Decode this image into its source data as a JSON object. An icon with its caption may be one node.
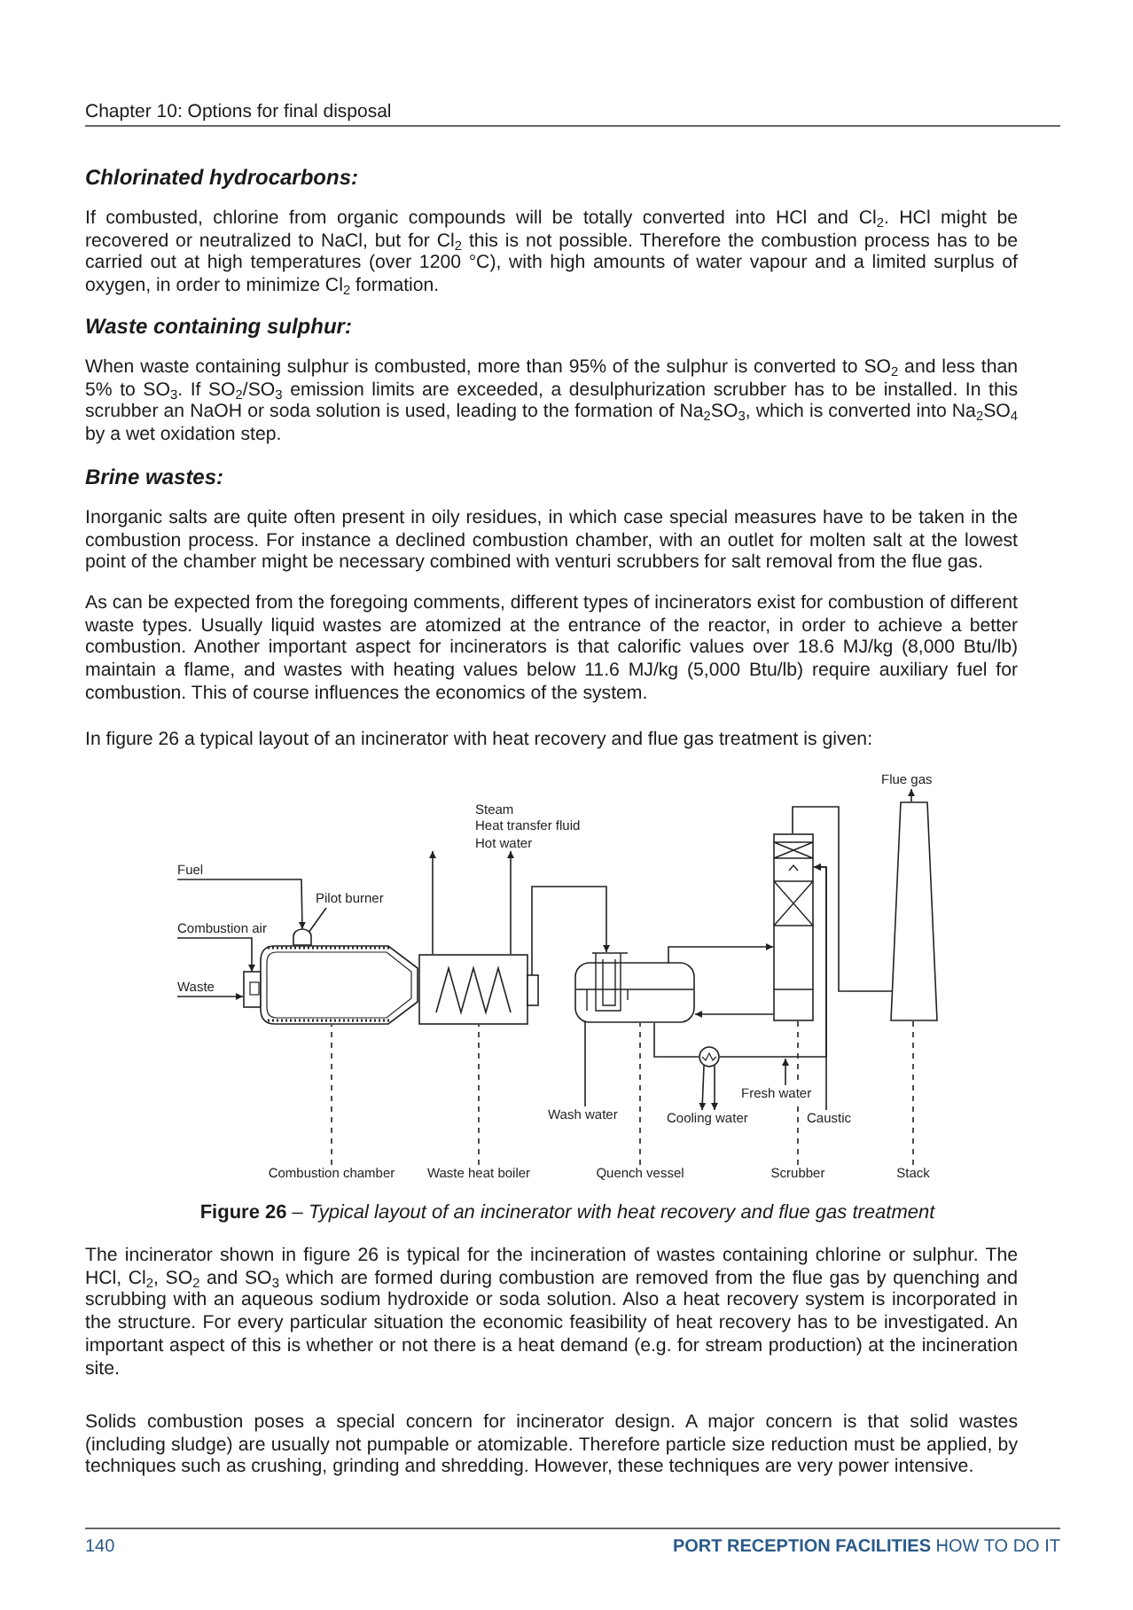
{
  "diagram": {
    "caption": "**Figure 26** – *Typical layout of an incinerator with heat recovery and flue gas treatment*",
    "nodes": [
      {
        "text": [
          "Fuel"
        ]
      },
      {
        "text": [
          "Combustion air"
        ]
      },
      {
        "text": [
          "Waste"
        ]
      },
      {
        "text": [
          "Pilot burner"
        ]
      },
      {
        "text": [],
        "shape": "box"
      },
      {
        "text": [],
        "shape": "picture"
      },
      {
        "text": [
          "Steam",
          "Heat transfer fluid",
          "Hot water"
        ]
      },
      {
        "text": [],
        "shape": "picture"
      },
      {
        "text": [],
        "shape": "picture"
      },
      {
        "text": [
          "Wash water"
        ]
      },
      {
        "text": [],
        "shape": "circle"
      },
      {
        "text": [
          "Cooling water"
        ]
      },
      {
        "text": [
          "Fresh water"
        ]
      },
      {
        "text": [
          "Caustic"
        ]
      },
      {
        "text": [],
        "shape": "picture"
      },
      {
        "text": [],
        "shape": "picture"
      },
      {
        "text": [
          "Flue gas"
        ]
      },
      {
        "text": [
          "Combustion chamber"
        ]
      },
      {
        "text": [
          "Waste heat boiler"
        ]
      },
      {
        "text": [
          "Quench vessel"
        ]
      },
      {
        "text": [
          "Scrubber"
        ]
      },
      {
        "text": [
          "Stack"
        ]
      }
    ],
    "edges": [
      {
        "from": 0,
        "to": 4,
        "arrow": "to"
      },
      {
        "from": 1,
        "to": 5,
        "arrow": "to"
      },
      {
        "from": 2,
        "to": 5,
        "arrow": "to"
      },
      {
        "from": 3,
        "to": 4,
        "arrow": "none"
      },
      {
        "from": 7,
        "to": 6,
        "arrow": "to"
      },
      {
        "from": 7,
        "to": 6,
        "arrow": "to"
      },
      {
        "from": 7,
        "to": 8,
        "arrow": "to"
      },
      {
        "from": 9,
        "to": 8,
        "arrow": "none"
      },
      {
        "from": 8,
        "to": 14,
        "arrow": "to"
      },
      {
        "from": 14,
        "to": 8,
        "arrow": "to"
      },
      {
        "from": 8,
        "to": 10,
        "arrow": "none"
      },
      {
        "from": 10,
        "to": 14,
        "arrow": "to"
      },
      {
        "from": 13,
        "to": 14,
        "arrow": "to"
      },
      {
        "from": 12,
        "to": null,
        "arrow": "to"
      },
      {
        "from": 10,
        "to": 11,
        "arrow": "to"
      },
      {
        "from": 10,
        "to": 11,
        "arrow": "to"
      },
      {
        "from": 14,
        "to": 15,
        "arrow": "none"
      },
      {
        "from": 15,
        "to": 16,
        "arrow": "to"
      },
      {
        "from": 17,
        "to": 5,
        "arrow": "none",
        "style": "dashed"
      },
      {
        "from": 18,
        "to": 7,
        "arrow": "none",
        "style": "dashed"
      },
      {
        "from": 19,
        "to": 8,
        "arrow": "none",
        "style": "dashed"
      },
      {
        "from": 20,
        "to": 14,
        "arrow": "none",
        "style": "dashed"
      },
      {
        "from": 21,
        "to": 15,
        "arrow": "none",
        "style": "dashed"
      }
    ],
    "labels": [
      "Chapter 10: Options for final disposal",
      "Chlorinated hydrocarbons:",
      "If combusted, chlorine from organic compounds will be totally converted into HCl and Cl$_{2}$. HCl might be recovered or neutralized to NaCl, but for Cl$_{2}$ this is not possible. Therefore the combustion process has to be carried out at high temperatures (over 1200 °C), with high amounts of water vapour and a limited surplus of oxygen, in order to minimize Cl$_{2}$ formation.",
      "Waste containing sulphur:",
      "When waste containing sulphur is combusted, more than 95% of the sulphur is converted to SO$_{2}$ and less than 5% to SO$_{3}$. If SO$_{2}$/SO$_{3}$ emission limits are exceeded, a desulphurization scrubber has to be installed. In this scrubber an NaOH or soda solution is used, leading to the formation of Na$_{2}$SO$_{3}$, which is converted into Na$_{2}$SO$_{4}$ by a wet oxidation step.",
      "Brine wastes:",
      "Inorganic salts are quite often present in oily residues, in which case special measures have to be taken in the combustion process. For instance a declined combustion chamber, with an outlet for molten salt at the lowest point of the chamber might be necessary combined with venturi scrubbers for salt removal from the flue gas.",
      "As can be expected from the foregoing comments, different types of incinerators exist for combustion of different waste types. Usually liquid wastes are atomized at the entrance of the reactor, in order to achieve a better combustion. Another important aspect for incinerators is that calorific values over 18.6 MJ/kg (8,000 Btu/lb) maintain a flame, and wastes with heating values below 11.6 MJ/kg (5,000 Btu/lb) require auxiliary fuel for combustion. This of course influences the economics of the system.",
      "In figure 26 a typical layout of an incinerator with heat recovery and flue gas treatment is given:",
      "The incinerator shown in figure 26 is typical for the incineration of wastes containing chlorine or sulphur. The HCl, Cl$_{2}$, SO$_{2}$ and SO$_{3}$ which are formed during combustion are removed from the flue gas by quenching and scrubbing with an aqueous sodium hydroxide or soda solution. Also a heat recovery system is incorporated in the structure. For every particular situation the economic feasibility of heat recovery has to be investigated. An important aspect of this is whether or not there is a heat demand (e.g. for stream production) at the incineration site.",
      "Solids combustion poses a special concern for incinerator design. A major concern is that solid wastes (including sludge) are usually not pumpable or atomizable. Therefore particle size reduction must be applied, by techniques such as crushing, grinding and shredding. However, these techniques are very power intensive.",
      "140",
      "**PORT RECEPTION FACILITIES** HOW TO DO IT"
    ]
  }
}
